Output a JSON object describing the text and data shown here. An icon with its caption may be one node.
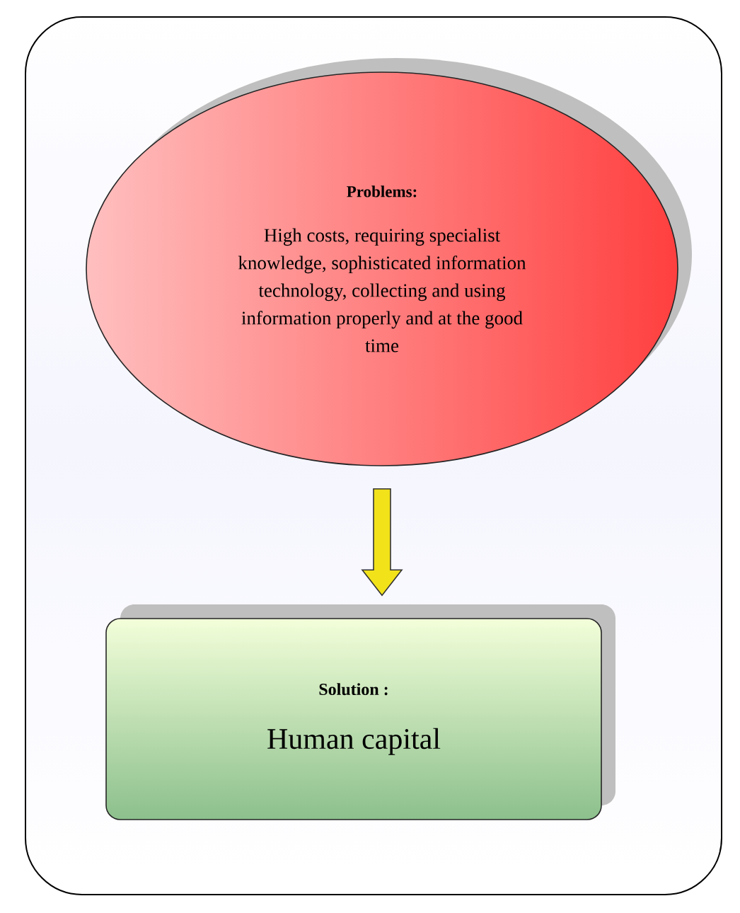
{
  "diagram": {
    "nodes": [
      {
        "text": [],
        "shape": "box"
      },
      {
        "text": [
          "Problems:",
          "High costs, requiring specialist knowledge, sophisticated information technology, collecting and using information properly and at the good time"
        ],
        "in": 0
      },
      {
        "text": [
          "Solution :",
          "Human capital"
        ],
        "in": 0
      }
    ],
    "edges": [
      {
        "from": 1,
        "to": 2,
        "arrow": "to"
      }
    ]
  }
}
